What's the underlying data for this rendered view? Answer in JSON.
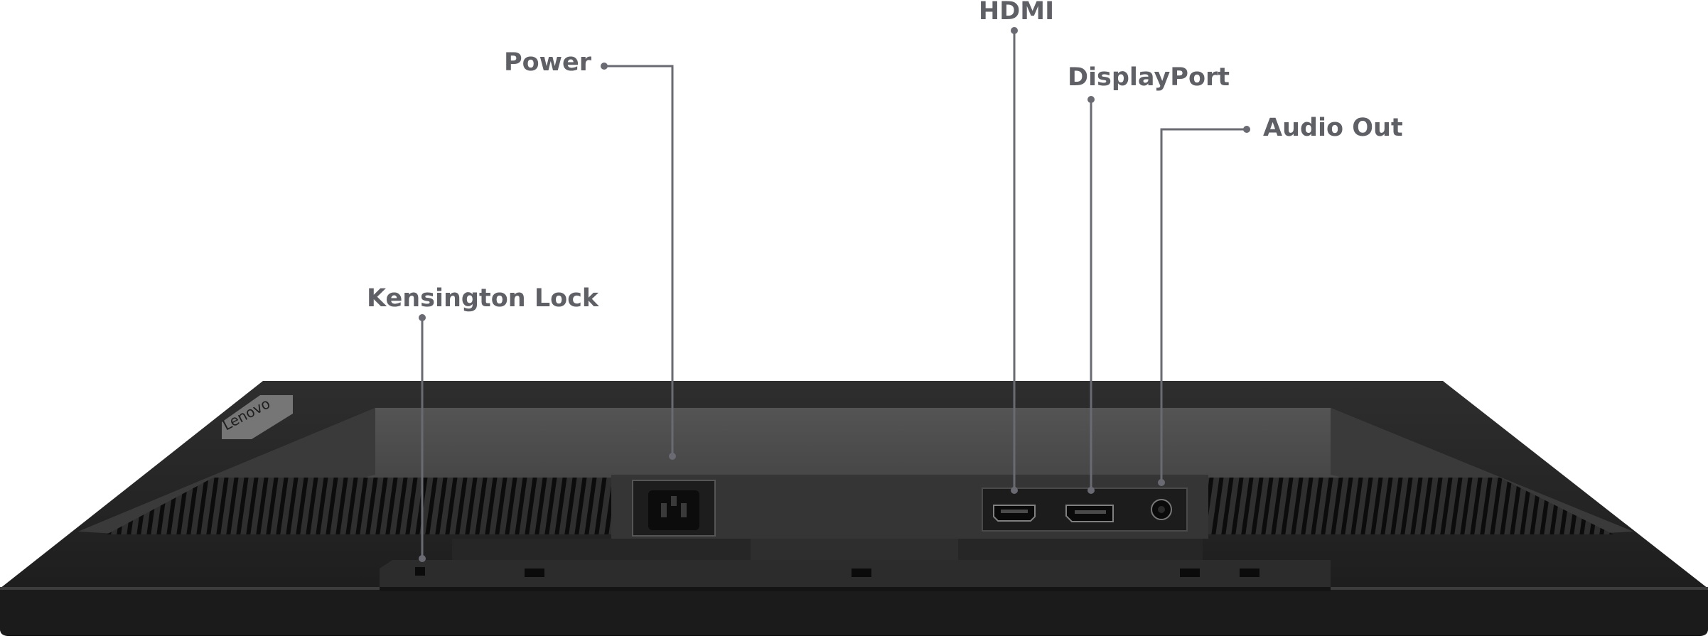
{
  "labels": {
    "power": "Power",
    "hdmi": "HDMI",
    "displayport": "DisplayPort",
    "audio_out": "Audio Out",
    "kensington_lock": "Kensington Lock"
  },
  "brand_badge": "Lenovo",
  "colors": {
    "label_text": "#5f5f66",
    "leader_line": "#6a6a72",
    "monitor_body": "#2a2a2a",
    "monitor_face": "#4a4a4a",
    "port_panel": "#1c1c1c"
  }
}
